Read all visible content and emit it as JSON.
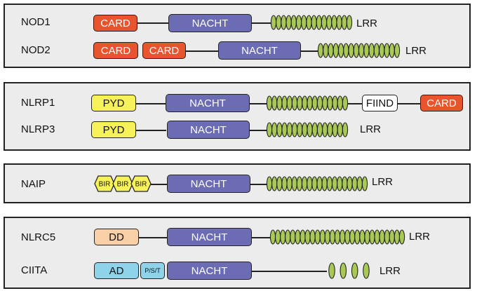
{
  "groups": [
    {
      "proteins": [
        {
          "name": "NOD1",
          "domains": [
            "CARD",
            "NACHT"
          ],
          "lrr_label": "LRR"
        },
        {
          "name": "NOD2",
          "domains": [
            "CARD",
            "CARD",
            "NACHT"
          ],
          "lrr_label": "LRR"
        }
      ]
    },
    {
      "proteins": [
        {
          "name": "NLRP1",
          "domains": [
            "PYD",
            "NACHT",
            "FIIND",
            "CARD"
          ]
        },
        {
          "name": "NLRP3",
          "domains": [
            "PYD",
            "NACHT"
          ],
          "lrr_label": "LRR"
        }
      ]
    },
    {
      "proteins": [
        {
          "name": "NAIP",
          "domains": [
            "BIR",
            "BIR",
            "BIR",
            "NACHT"
          ],
          "lrr_label": "LRR"
        }
      ]
    },
    {
      "proteins": [
        {
          "name": "NLRC5",
          "domains": [
            "DD",
            "NACHT"
          ],
          "lrr_label": "LRR"
        },
        {
          "name": "CIITA",
          "domains": [
            "AD",
            "P/S/T",
            "NACHT"
          ],
          "lrr_label": "LRR"
        }
      ]
    }
  ],
  "colors": {
    "card": "#e8542e",
    "nacht": "#6b6cb3",
    "pyd": "#f8f25a",
    "fiind": "#ffffff",
    "bir": "#f8f25a",
    "dd": "#f9cfa8",
    "ad": "#8fd3ea",
    "lrr": "#a9c957",
    "panel": "#ececec"
  }
}
